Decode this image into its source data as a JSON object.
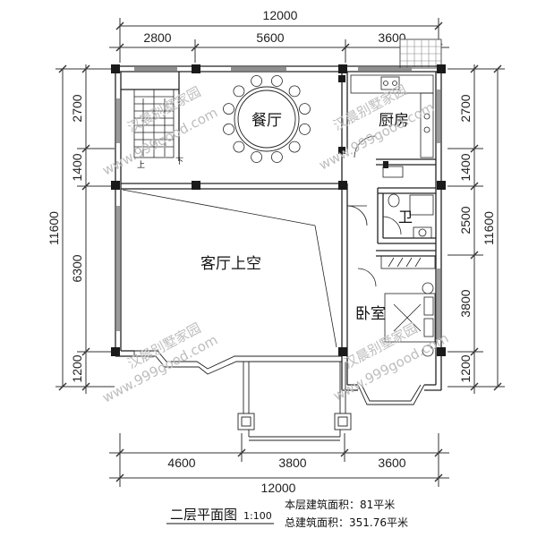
{
  "dimensions": {
    "top_total": "12000",
    "top_segments": [
      "2800",
      "5600",
      "3600"
    ],
    "bottom_segments": [
      "4600",
      "3800",
      "3600"
    ],
    "bottom_total": "12000",
    "left_segments": [
      "2700",
      "1400",
      "6300",
      "1200"
    ],
    "left_total": "11600",
    "right_segments": [
      "2700",
      "1400",
      "2500",
      "3800",
      "1200"
    ],
    "right_total": "11600"
  },
  "rooms": {
    "dining": "餐厅",
    "kitchen": "厨房",
    "bathroom": "卫",
    "living_void": "客厅上空",
    "bedroom": "卧室"
  },
  "stairs": {
    "up": "上",
    "down": "下"
  },
  "watermarks": {
    "brand": "汉晨别墅家园",
    "url": "www.999good.com"
  },
  "caption": {
    "title": "二层平面图",
    "scale": "1:100",
    "floor_area": "本层建筑面积：81平米",
    "total_area": "总建筑面积：351.76平米"
  }
}
